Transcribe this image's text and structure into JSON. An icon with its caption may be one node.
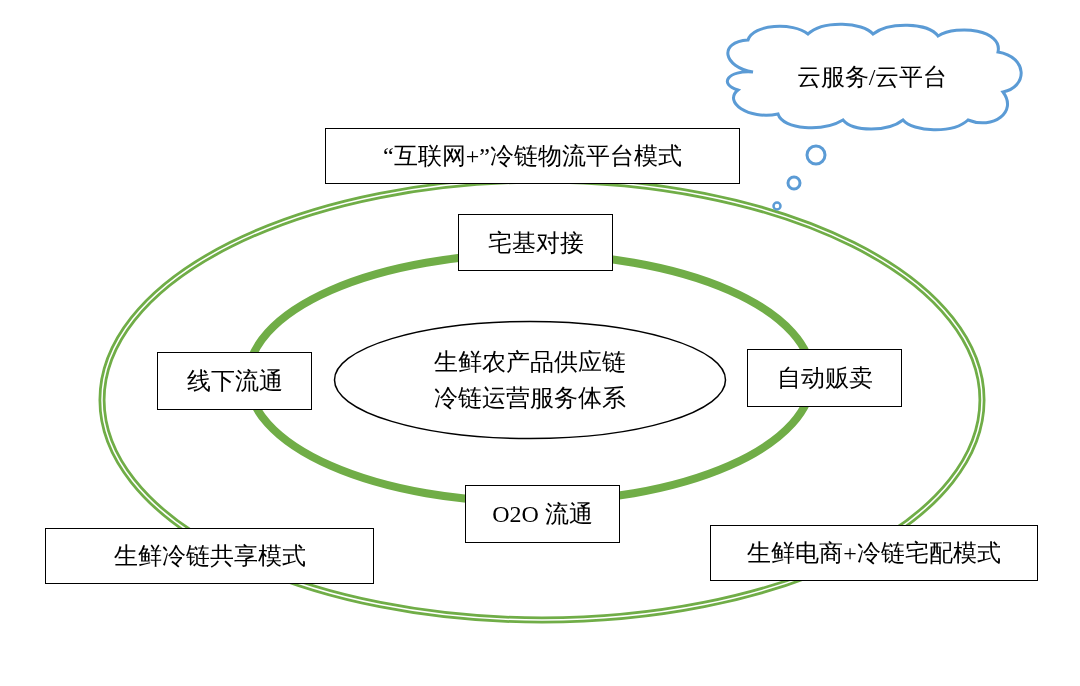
{
  "diagram": {
    "nodes": [
      {
        "text": [
          "云服务/云平台"
        ]
      },
      {
        "text": [
          "“互联网+”冷链物流平台模式"
        ]
      },
      {
        "text": [
          "宅基对接"
        ]
      },
      {
        "text": [
          "线下流通"
        ]
      },
      {
        "text": [
          "生鲜农产品供应链冷链运营服务体系"
        ]
      },
      {
        "text": [
          "自动贩卖"
        ]
      },
      {
        "text": [
          "O2O 流通"
        ]
      },
      {
        "text": [
          "生鲜冷链共享模式"
        ]
      },
      {
        "text": [
          "生鲜电商+冷链宅配模式"
        ]
      }
    ]
  }
}
